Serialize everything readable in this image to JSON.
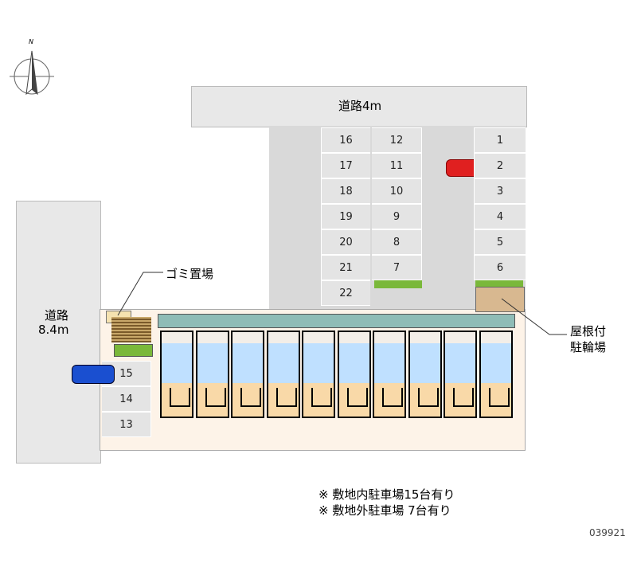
{
  "compass": {
    "north_label": "N"
  },
  "roads": {
    "top": "道路4m",
    "left_line1": "道路",
    "left_line2": "8.4m"
  },
  "parking": {
    "column_left": [
      "16",
      "17",
      "18",
      "19",
      "20",
      "21",
      "22"
    ],
    "column_middle": [
      "12",
      "11",
      "10",
      "9",
      "8",
      "7"
    ],
    "column_right": [
      "1",
      "2",
      "3",
      "4",
      "5",
      "6"
    ],
    "west_side": [
      "15",
      "14",
      "13"
    ]
  },
  "labels": {
    "garbage": "ゴミ置場",
    "bike_line1": "屋根付",
    "bike_line2": "駐輪場"
  },
  "notes": [
    "※ 敷地内駐車場15台有り",
    "※ 敷地外駐車場 7台有り"
  ],
  "code": "039921",
  "units_count": 10,
  "colors": {
    "red_car": "#e02020",
    "blue_car": "#1a4fd0",
    "corridor": "#8fbcb6"
  }
}
